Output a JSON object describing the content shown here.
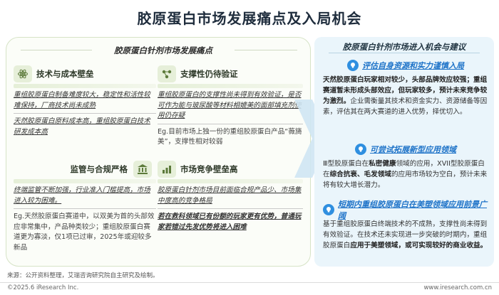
{
  "title": "胶原蛋白市场发展痛点及入局机会",
  "left": {
    "title": "胶原蛋白针剂市场发展痛点",
    "blocks": [
      {
        "title": "技术与成本壁垒",
        "p1": "重组胶原蛋白制备难度较大，稳定性和活性较难保持，厂商技术尚未成熟",
        "p2": "天然胶原蛋白原料成本高，重组胶原蛋白技术研发成本高"
      },
      {
        "title": "支撑性仍待验证",
        "p1": "重组胶原蛋白的支撑性尚未得到有效验证，是否可作为能与玻尿酸等材料相媲美的面部填充剂使用仍存疑",
        "p2": "Eg.目前市场上独一份的重组胶原蛋白产品“薇旖美”，支撑性相对较弱"
      },
      {
        "title": "监管与合规严格",
        "p1": "终端监管不断加强，行业准入门槛提高，市场进入较为困难。",
        "p2": "Eg.天然胶原蛋白赛道中，以双美为首的头部效应非常集中，产品种类较少；重组胶原蛋白赛道更为寡淡，仅1项已过审，2025年或迎较多新品"
      },
      {
        "title": "市场竞争壁垒高",
        "p1": "胶原蛋白针剂市场目前面临合规产品少、市场集中度高的竞争格局",
        "p2": "若在救科领域已有份额的玩家更有优势，普通玩家若错过先发优势将进入困难"
      }
    ]
  },
  "right": {
    "title": "胶原蛋白针剂市场进入机会与建议",
    "sections": [
      {
        "head": "评估自身资源和实力谨慎入局",
        "bold1": "天然胶原蛋白玩家相对较少，头部品牌效应较强；重组赛道暂未形成头部效应，但玩家较多，预计未来竞争较为激烈。",
        "rest": "企业需衡量其技术和资金实力、资源储备等因素，评估其在两大赛道的进入优势，择优切入。"
      },
      {
        "head": "可尝试拓展新型应用领域",
        "t1": "Ⅲ型胶原蛋白在",
        "b1": "私密健康",
        "t2": "领域的应用，XVII型胶原蛋白在",
        "b2": "综合抗衰、毛发领域",
        "t3": "的应用市场较为空白，预计未来将有较大增长潜力。"
      },
      {
        "head": "短期内重组胶原蛋白在美塑领域应用前景广阔",
        "t1": "基于重组胶原蛋白终端技术的不成熟，支撑性尚未得到有效验证。在技术还未实现进一步突破的时期内，重组胶原蛋白",
        "b1": "应用于美塑领域，或可实现较好的商业收益。"
      }
    ]
  },
  "source": "来源：公开资料整理，艾瑞咨询研究院自主研究及绘制。",
  "copyright": "©2025.6 iResearch Inc.",
  "site": "www.iresearch.com.cn"
}
